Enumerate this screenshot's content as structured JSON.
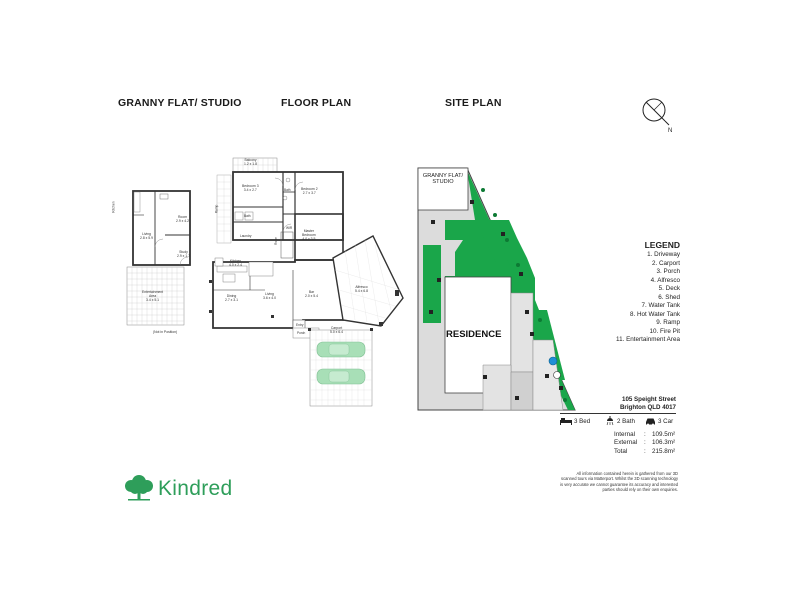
{
  "headers": {
    "granny": "GRANNY FLAT/ STUDIO",
    "floor": "FLOOR PLAN",
    "site": "SITE PLAN"
  },
  "compass": {
    "north_label": "N"
  },
  "floor_rooms": {
    "balcony": "Balcony\n1.2 x 1.8",
    "bedroom3": "Bedroom 3\n3.4 x 2.7",
    "bedroom2": "Bedroom 2\n2.7 x 3.7",
    "bath1": "Bath",
    "bath2": "Bath",
    "laundry": "Laundry",
    "ramp": "Ramp",
    "robe": "Robe",
    "master": "Master\nBedroom\n4.0 x 3.5",
    "kitchen": "Kitchen\n4.0 x 2.4",
    "dining": "Dining\n2.7 x 3.1",
    "living": "Living\n3.6 x 4.0",
    "bar": "Bar\n2.0 x 5.4",
    "alfresco": "Alfresco\n5.4 x 6.8",
    "entry": "Entry",
    "porch": "Porch",
    "carport": "Carport\n5.0 x 6.4",
    "ramp_side": "Ramp",
    "wir": "WIR"
  },
  "granny_rooms": {
    "kitchen": "Kitchen",
    "living": "Living\n2.8 x 5.9",
    "room": "Room\n2.9 x 4.2",
    "study": "Study\n2.9 x 1.7",
    "entertainment": "Entertainment\nArea\n3.4 x 5.1",
    "note": "(Not in Position)"
  },
  "site_labels": {
    "granny": "GRANNY\nFLAT/\nSTUDIO",
    "residence": "RESIDENCE"
  },
  "legend": {
    "title": "LEGEND",
    "items": [
      "1. Driveway",
      "2. Carport",
      "3. Porch",
      "4. Alfresco",
      "5. Deck",
      "6. Shed",
      "7. Water Tank",
      "8. Hot Water Tank",
      "9. Ramp",
      "10. Fire Pit",
      "11. Entertainment Area"
    ]
  },
  "address": {
    "line1": "105 Speight Street",
    "line2": "Brighton QLD 4017"
  },
  "features": {
    "bed": "3 Bed",
    "bath": "2 Bath",
    "car": "3 Car"
  },
  "areas": [
    {
      "label": "Internal",
      "value": "109.5m²"
    },
    {
      "label": "External",
      "value": "106.3m²"
    },
    {
      "label": "Total",
      "value": "215.8m²"
    }
  ],
  "disclaimer": "All information contained herein is gathered from our 3D scanned tours via Matterport. Whilst the 3D scanning technology is very accurate we cannot guarantee its accuracy and interested parties should rely on their own enquiries.",
  "brand": {
    "name": "Kindred",
    "color": "#2e9e5a"
  },
  "colors": {
    "site_green": "#1aa64a",
    "site_grey": "#dcdcdc",
    "wall": "#333333",
    "car": "#a8dfb7"
  }
}
